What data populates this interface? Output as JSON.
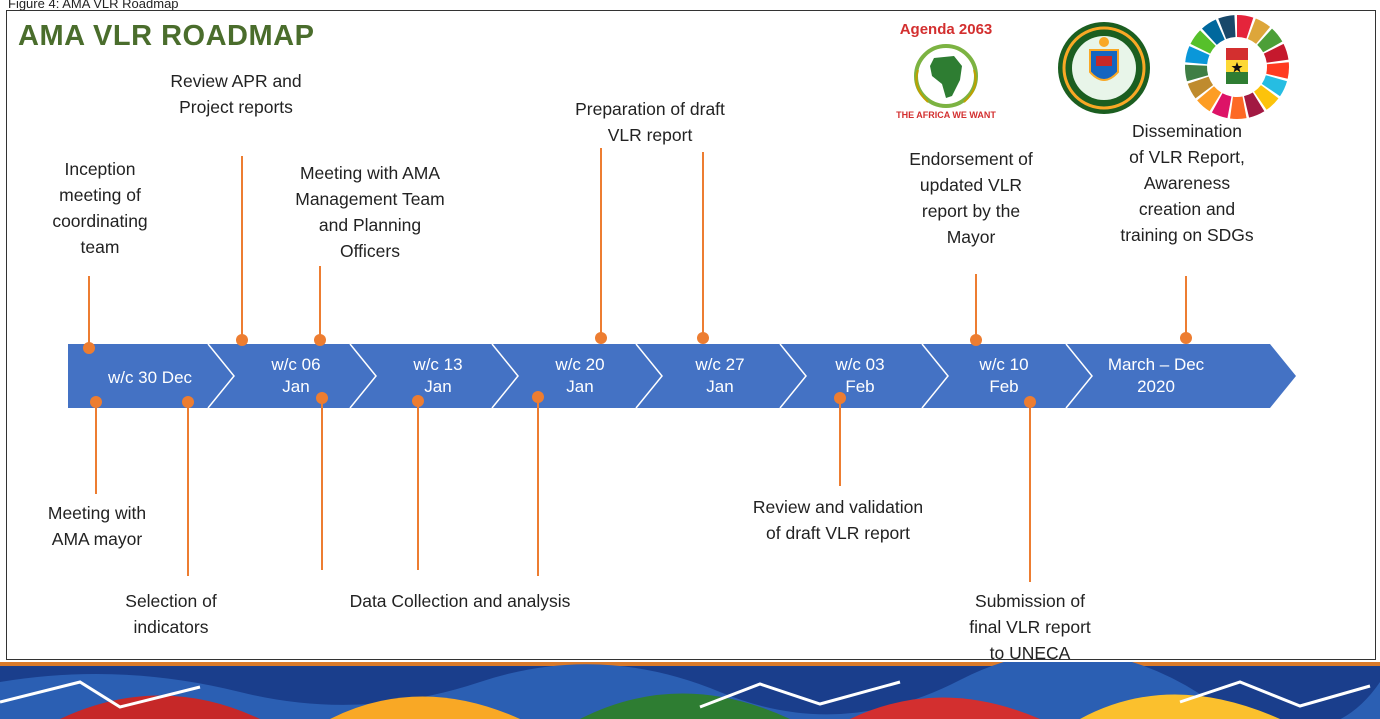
{
  "caption_top": "Figure 4: AMA VLR Roadmap",
  "title": "AMA VLR ROADMAP",
  "logos": {
    "agenda": {
      "heading": "Agenda 2063",
      "motto": "THE AFRICA WE WANT"
    },
    "emblem": {
      "name": "AMA emblem"
    },
    "sdg": {
      "name": "SDG wheel"
    }
  },
  "timeline": {
    "segments": [
      "w/c 30 Dec",
      "w/c 06\nJan",
      "w/c 13\nJan",
      "w/c 20\nJan",
      "w/c 27\nJan",
      "w/c 03\nFeb",
      "w/c 10\nFeb",
      "March – Dec\n2020"
    ]
  },
  "milestones": {
    "inception": "Inception\nmeeting of\ncoordinating\nteam",
    "review_apr": "Review APR and\nProject reports",
    "meeting_mgmt": "Meeting with AMA\nManagement Team\nand Planning\nOfficers",
    "prep_draft": "Preparation of draft\nVLR report",
    "endorsement": "Endorsement of\nupdated VLR\nreport by the\nMayor",
    "dissemination": "Dissemination\nof VLR Report,\nAwareness\ncreation and\ntraining on SDGs",
    "meeting_mayor": "Meeting with\nAMA mayor",
    "selection": "Selection of\nindicators",
    "data_collection": "Data Collection and analysis",
    "review_validation": "Review and validation\nof draft VLR report",
    "submission": "Submission of\nfinal VLR report\nto UNECA"
  },
  "colors": {
    "arrow": "#4472c4",
    "chevron_line": "#ffffff",
    "connector": "#ed7d31",
    "title": "#4a6d2c"
  }
}
